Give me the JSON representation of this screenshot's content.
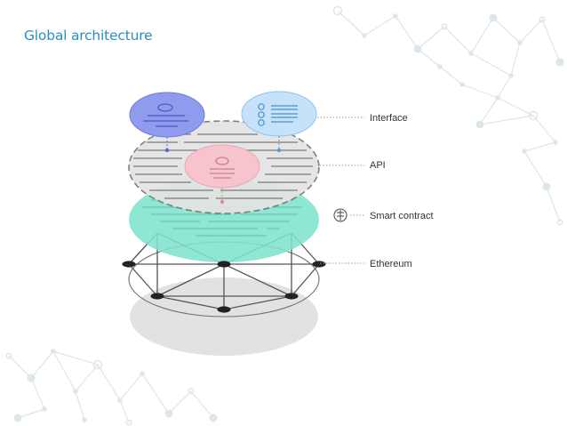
{
  "slide": {
    "title": "Global architecture"
  },
  "layers": {
    "interface": "Interface",
    "api": "API",
    "smart_contract": "Smart contract",
    "ethereum": "Ethereum"
  },
  "colors": {
    "title": "#2a8fbe",
    "interface_left": "#8f9bec",
    "interface_right": "#c5e2fa",
    "api_disc": "#e4e4e4",
    "api_center": "#f7c3cc",
    "smart_contract": "#7fe3cc",
    "ethereum_nodes": "#222222",
    "decor_network": "#dde6ea"
  },
  "icons": {
    "smart_contract": "contract-icon",
    "decoration": "network-pattern"
  }
}
